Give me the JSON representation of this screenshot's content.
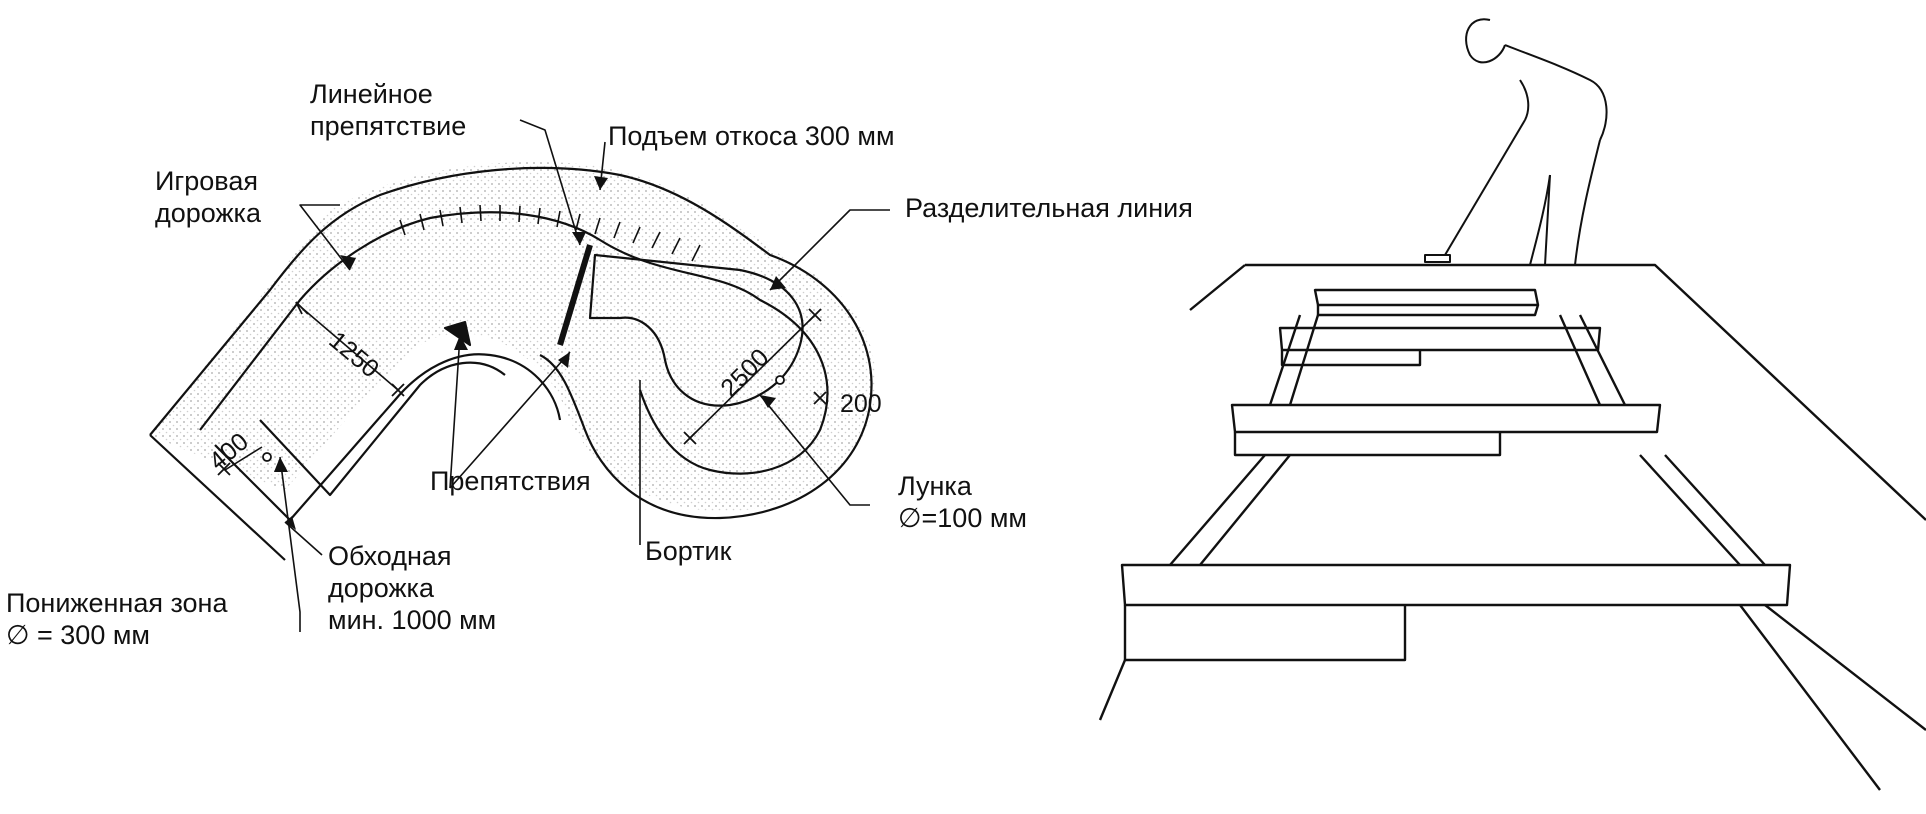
{
  "plan": {
    "labels": {
      "linear_obstacle": "Линейное\nпрепятствие",
      "slope_rise": "Подъем откоса 300 мм",
      "play_path": "Игровая\nдорожка",
      "divider_line": "Разделительная линия",
      "obstacles": "Препятствия",
      "hole": "Лунка\n∅=100 мм",
      "curb": "Бортик",
      "bypass_path": "Обходная\nдорожка\nмин. 1000 мм",
      "lowered_zone": "Пониженная зона\n∅ = 300 мм"
    },
    "dimensions": {
      "path_width": "1250",
      "loop_diameter": "2500",
      "curb_width": "200",
      "start_offset": "400"
    }
  },
  "colors": {
    "line": "#111111",
    "stipple": "#d6d6d6",
    "background": "#ffffff"
  }
}
